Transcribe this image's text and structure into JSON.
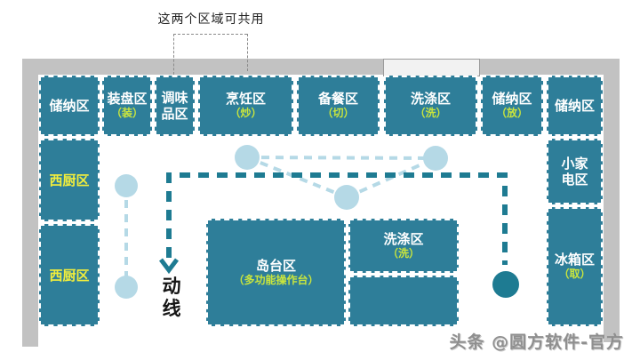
{
  "annotation": {
    "text": "这两个区域可共用"
  },
  "flow": {
    "label": "动\n线"
  },
  "watermark": {
    "text": "头条 @圆方软件-官方"
  },
  "colors": {
    "zone_fill": "#2e7e99",
    "zone_main_label": "#ffffff",
    "zone_sub_label": "#c9e53d",
    "west_kitchen_label": "#f2ee3c",
    "wall": "#c2c2c2",
    "flow_path": "#1e7b92",
    "node_circle": "#b5d9e6"
  },
  "zones": [
    {
      "label": "储纳区",
      "sub": ""
    },
    {
      "label": "装盘区",
      "sub": "（装）"
    },
    {
      "label": "调味\n品区",
      "sub": ""
    },
    {
      "label": "烹饪区",
      "sub": "（炒）"
    },
    {
      "label": "备餐区",
      "sub": "（切）"
    },
    {
      "label": "洗涤区",
      "sub": "（洗）"
    },
    {
      "label": "储纳区",
      "sub": "（放）"
    },
    {
      "label": "储纳区",
      "sub": ""
    },
    {
      "label": "西厨区",
      "sub": ""
    },
    {
      "label": "西厨区",
      "sub": ""
    },
    {
      "label": "小家\n电区",
      "sub": ""
    },
    {
      "label": "冰箱区",
      "sub": "（取）"
    },
    {
      "label": "岛台区",
      "sub": "（多功能操作台）"
    },
    {
      "label": "洗涤区",
      "sub": "（洗）"
    },
    {
      "label": "",
      "sub": ""
    }
  ]
}
